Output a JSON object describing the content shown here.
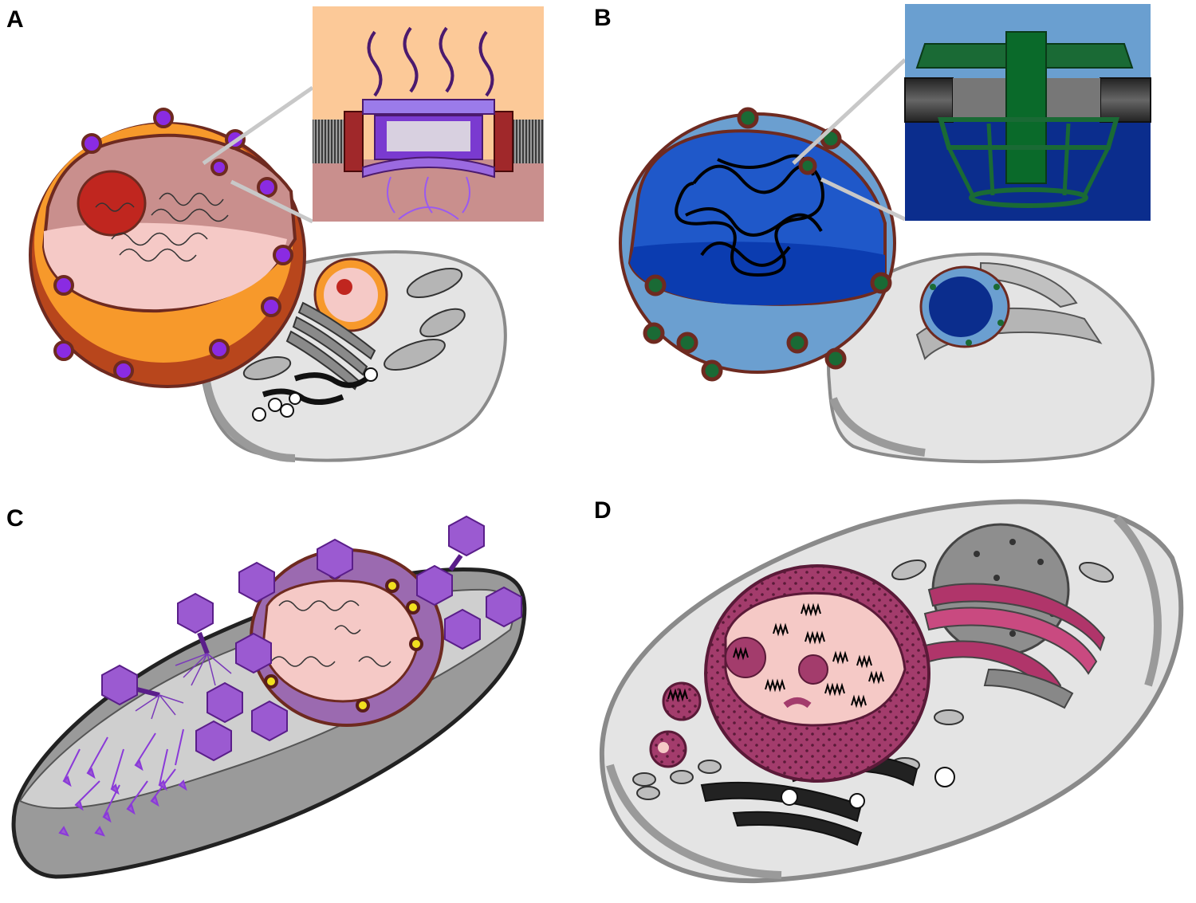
{
  "figure": {
    "panels": [
      {
        "label": "A"
      },
      {
        "label": "B"
      },
      {
        "label": "C"
      },
      {
        "label": "D"
      }
    ]
  },
  "colors": {
    "orange_envelope": "#f7992b",
    "orange_rim": "#b8461c",
    "membrane_brown": "#6e2a20",
    "pore_purple": "#8a2be2",
    "nucleolus_red": "#c0261f",
    "pink_nucleoplasm": "#f5c9c6",
    "inset_peach": "#fcc998",
    "inset_rose": "#c98f8d",
    "blue_envelope": "#6b9fd0",
    "blue_inner": "#1f58c9",
    "blue_inset_sky": "#6a9fd0",
    "blue_inset_deep": "#0b2d8d",
    "green_pore": "#1a6a35",
    "virus_purple": "#9b5ad1",
    "virus_dark": "#5a1e8a",
    "host_gray": "#9a9a9a",
    "cell_gray_light": "#e4e4e4",
    "magenta_nucleus": "#a33c6c",
    "magenta_dots": "#5a1a38",
    "yellow_pore": "#f0e020"
  }
}
